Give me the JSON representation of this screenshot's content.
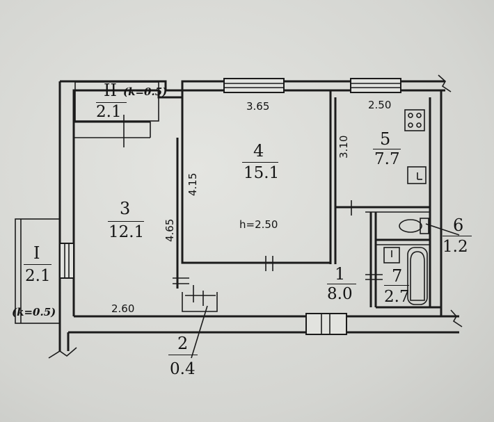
{
  "rooms": [
    {
      "id": "1",
      "area": "8.0"
    },
    {
      "id": "2",
      "area": "0.4"
    },
    {
      "id": "3",
      "area": "12.1"
    },
    {
      "id": "4",
      "area": "15.1"
    },
    {
      "id": "5",
      "area": "7.7"
    },
    {
      "id": "6",
      "area": "1.2"
    },
    {
      "id": "7",
      "area": "2.7"
    }
  ],
  "balconies": [
    {
      "id": "I",
      "area": "2.1",
      "coefficient": "(k=0.5)"
    },
    {
      "id": "II",
      "area": "2.1",
      "coefficient": "(k=0.5)"
    }
  ],
  "dimensions": {
    "room4_width": "3.65",
    "room5_width": "2.50",
    "room5_depth": "3.10",
    "room4_depth": "4.15",
    "room3_depth": "4.65",
    "room3_width": "2.60",
    "ceiling_height": "h=2.50"
  }
}
